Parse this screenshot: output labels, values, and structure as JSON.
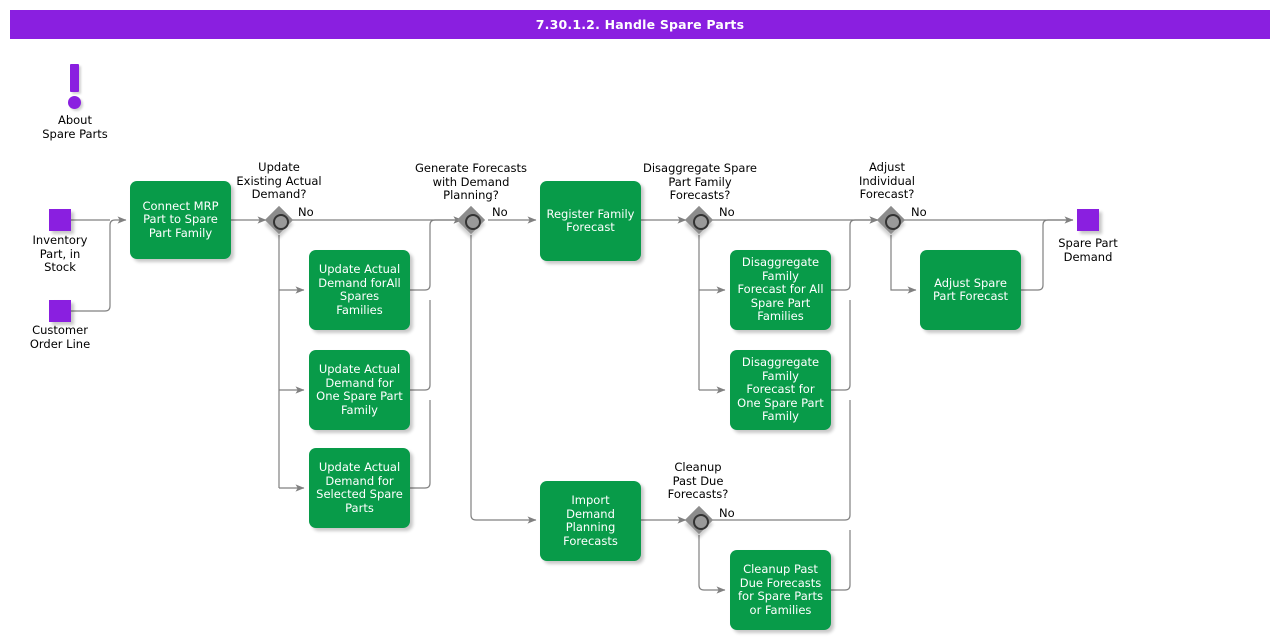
{
  "title": "7.30.1.2. Handle Spare Parts",
  "colors": {
    "accent_purple": "#8a1fe0",
    "task_green": "#089b49",
    "decision_gray": "#8c8c8c",
    "wire_gray": "#808080",
    "text_dark": "#000000",
    "text_light": "#ffffff"
  },
  "note": {
    "icon": "exclamation-icon",
    "label": "About\nSpare Parts"
  },
  "inputs": [
    {
      "name": "inventory-part-in-stock",
      "label": "Inventory\nPart, in\nStock"
    },
    {
      "name": "customer-order-line",
      "label": "Customer\nOrder Line"
    }
  ],
  "outputs": [
    {
      "name": "spare-part-demand",
      "label": "Spare Part\nDemand"
    }
  ],
  "tasks": [
    {
      "id": "connect-mrp",
      "label": "Connect MRP\nPart to Spare\nPart Family"
    },
    {
      "id": "update-all-families",
      "label": "Update Actual\nDemand forAll\nSpares Families"
    },
    {
      "id": "update-one-family",
      "label": "Update Actual\nDemand for One\nSpare Part\nFamily"
    },
    {
      "id": "update-selected-parts",
      "label": "Update Actual\nDemand for\nSelected Spare\nParts"
    },
    {
      "id": "register-family-forecast",
      "label": "Register Family\nForecast"
    },
    {
      "id": "import-demand-planning",
      "label": "Import Demand\nPlanning\nForecasts"
    },
    {
      "id": "disagg-all-families",
      "label": "Disaggregate\nFamily Forecast\nfor All Spare\nPart Families"
    },
    {
      "id": "disagg-one-family",
      "label": "Disaggregate\nFamily Forecast\nfor One Spare\nPart Family"
    },
    {
      "id": "cleanup-past-due",
      "label": "Cleanup Past\nDue Forecasts\nfor Spare Parts\nor Families"
    },
    {
      "id": "adjust-spare-forecast",
      "label": "Adjust Spare\nPart Forecast"
    }
  ],
  "decisions": [
    {
      "id": "update-existing-actual-demand",
      "label": "Update\nExisting Actual\nDemand?",
      "branch": "No"
    },
    {
      "id": "generate-forecasts",
      "label": "Generate Forecasts\nwith Demand\nPlanning?",
      "branch": "No"
    },
    {
      "id": "disaggregate-forecasts",
      "label": "Disaggregate Spare\nPart Family\nForecasts?",
      "branch": "No"
    },
    {
      "id": "adjust-individual-forecast",
      "label": "Adjust\nIndividual\nForecast?",
      "branch": "No"
    },
    {
      "id": "cleanup-past-due-forecasts",
      "label": "Cleanup\nPast Due\nForecasts?",
      "branch": "No"
    }
  ]
}
